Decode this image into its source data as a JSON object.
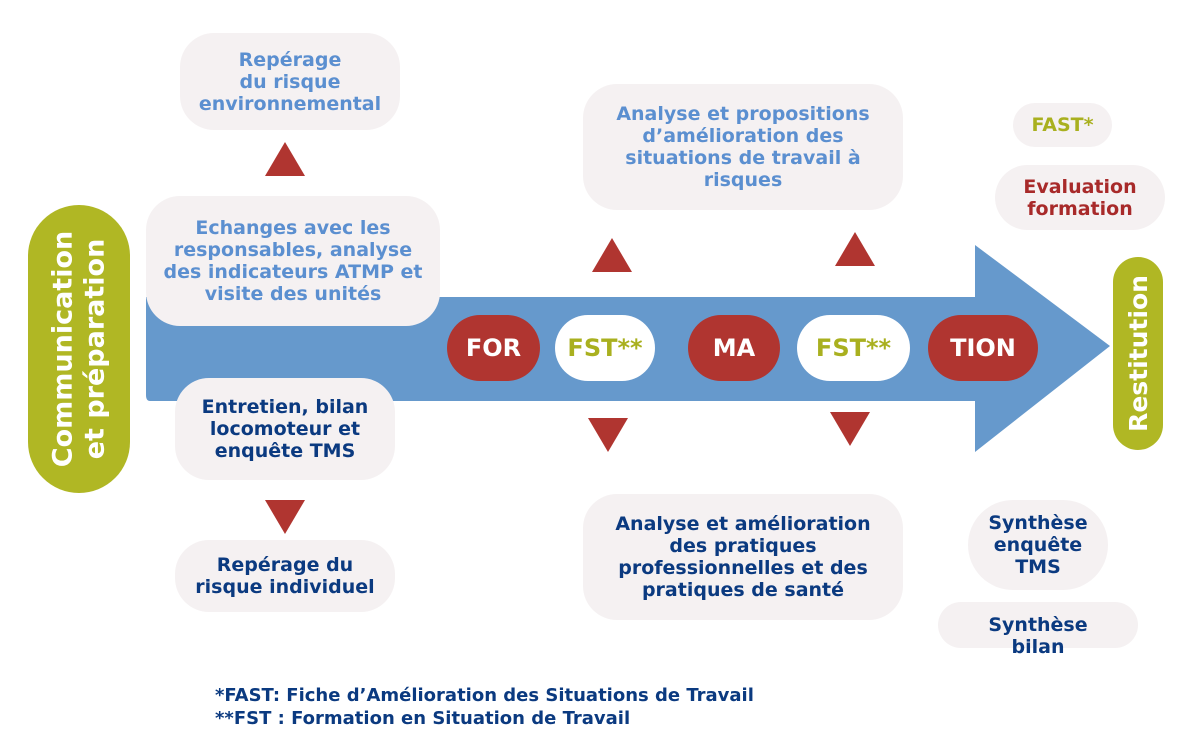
{
  "left_pill": "Communication\net préparation",
  "right_pill": "Restitution",
  "arrow_steps": [
    {
      "label": "FOR",
      "style": "red"
    },
    {
      "label": "FST**",
      "style": "white"
    },
    {
      "label": "MA",
      "style": "red"
    },
    {
      "label": "FST**",
      "style": "white"
    },
    {
      "label": "TION",
      "style": "red"
    }
  ],
  "boxes": {
    "env_risk": "Repérage\ndu risque\nenvironnemental",
    "exchanges": "Echanges avec les\nresponsables, analyse\ndes indicateurs ATMP et\nvisite des unités",
    "interview": "Entretien, bilan\nlocomoteur et\nenquête TMS",
    "indiv_risk": "Repérage du\nrisque individuel",
    "analysis_top": "Analyse et propositions\nd’amélioration des\nsituations de travail à\nrisques",
    "analysis_bottom": "Analyse et amélioration\ndes pratiques\nprofessionnelles et des\npratiques de santé",
    "fast": "FAST*",
    "evaluation": "Evaluation\nformation",
    "synth_tms": "Synthèse\nenquête\nTMS",
    "synth_bilan": "Synthèse\nbilan"
  },
  "footer": {
    "line1": "*FAST: Fiche d’Amélioration des Situations de Travail",
    "line2": "**FST : Formation en Situation de Travail"
  },
  "colors": {
    "arrow": "#6699cc",
    "green": "#b0b724",
    "red": "#b03530",
    "light_blue": "#5b8fd0",
    "dark_blue": "#0b3a80",
    "box": "#f5f1f2"
  }
}
